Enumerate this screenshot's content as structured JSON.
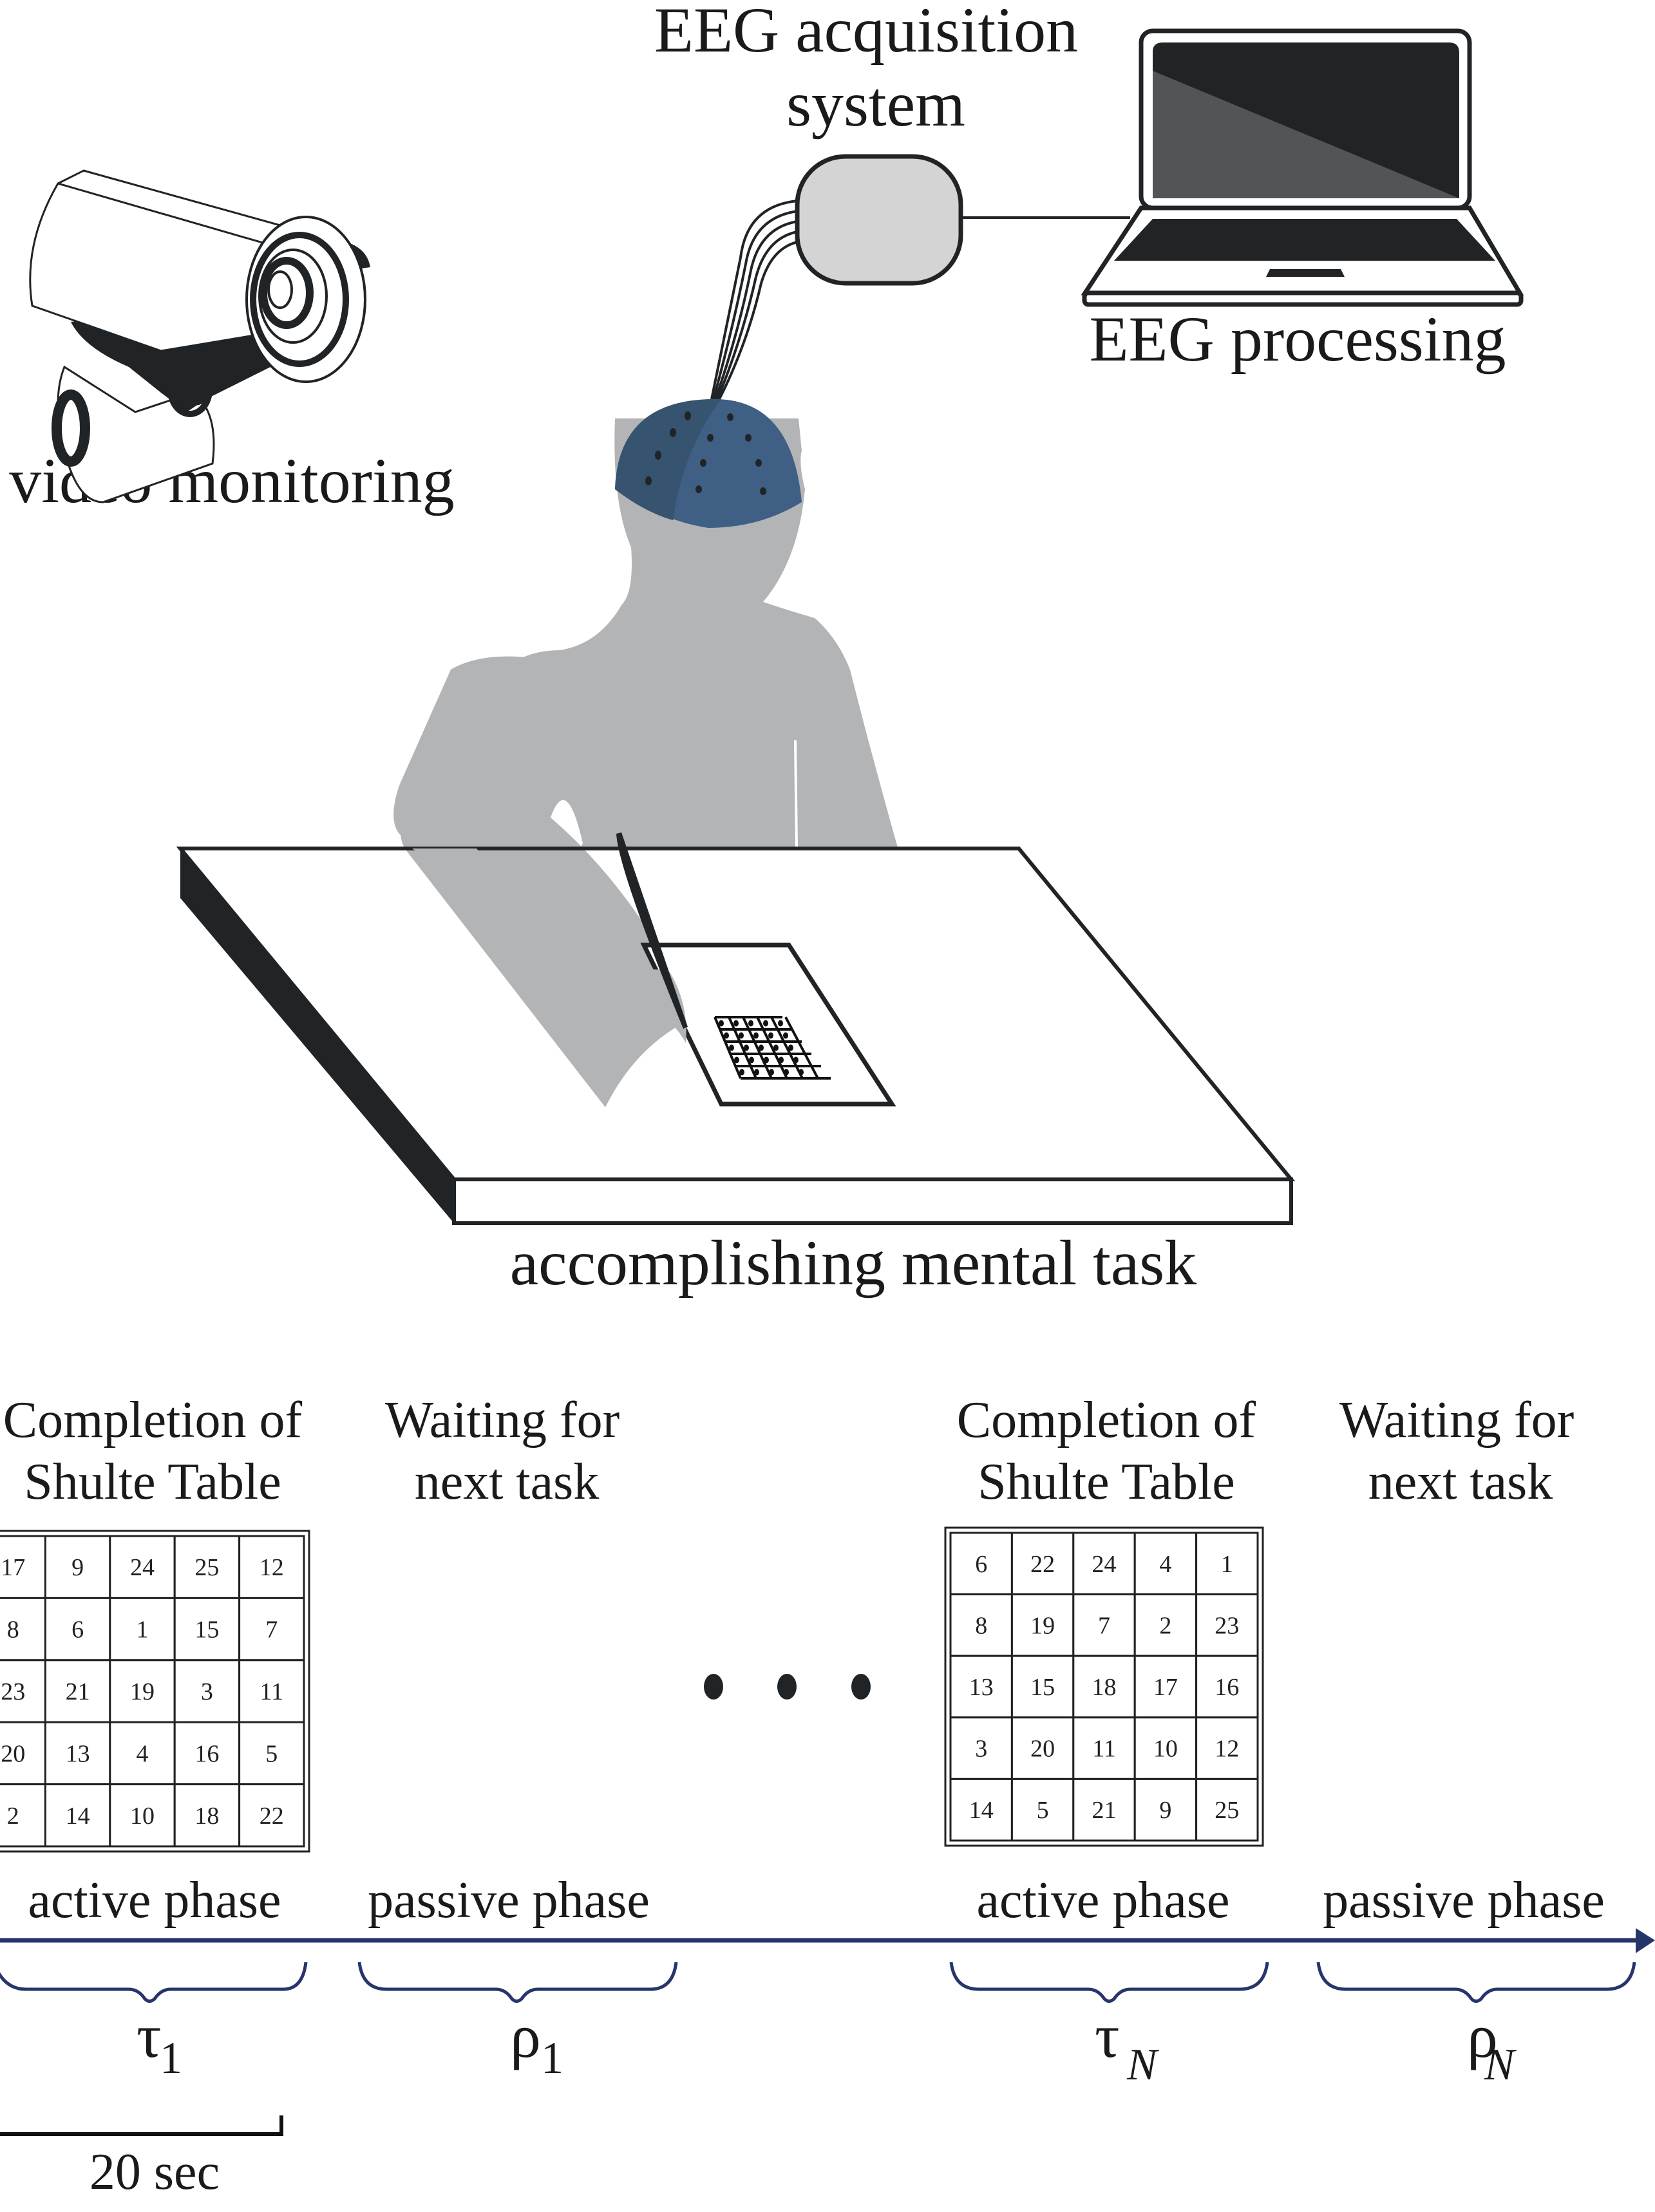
{
  "figure": {
    "labels": {
      "eeg_acquisition_line1": "EEG acquisition",
      "eeg_acquisition_line2": "system",
      "eeg_processing": "EEG processing",
      "video_monitoring": "video monitoring",
      "mental_task": "accomplishing mental task"
    },
    "icons": {
      "camera": "security-camera-icon",
      "laptop": "laptop-icon",
      "amplifier": "eeg-amplifier-box",
      "cap": "eeg-cap-with-electrodes",
      "person": "seated-person-silhouette",
      "pen": "pen-icon",
      "desk": "desk"
    },
    "colors": {
      "cap": "#3f5f84",
      "cap_shade": "#36536f",
      "person": "#b3b4b6",
      "dark": "#212427",
      "amplifier": "#d4d4d4",
      "timeline": "#27356b",
      "screen_glare": "#525557"
    }
  },
  "timeline": {
    "phases": [
      {
        "caption_line1": "Completion of",
        "caption_line2": "Shulte Table",
        "phase_label": "active phase",
        "symbol": "τ",
        "subscript": "1",
        "table": [
          [
            "17",
            "9",
            "24",
            "25",
            "12"
          ],
          [
            "8",
            "6",
            "1",
            "15",
            "7"
          ],
          [
            "23",
            "21",
            "19",
            "3",
            "11"
          ],
          [
            "20",
            "13",
            "4",
            "16",
            "5"
          ],
          [
            "2",
            "14",
            "10",
            "18",
            "22"
          ]
        ]
      },
      {
        "caption_line1": "Waiting for",
        "caption_line2": "next task",
        "phase_label": "passive phase",
        "symbol": "ρ",
        "subscript": "1"
      },
      {
        "caption_line1": "Completion of",
        "caption_line2": "Shulte Table",
        "phase_label": "active phase",
        "symbol": "τ",
        "subscript": "N",
        "table": [
          [
            "6",
            "22",
            "24",
            "4",
            "1"
          ],
          [
            "8",
            "19",
            "7",
            "2",
            "23"
          ],
          [
            "13",
            "15",
            "18",
            "17",
            "16"
          ],
          [
            "3",
            "20",
            "11",
            "10",
            "12"
          ],
          [
            "14",
            "5",
            "21",
            "9",
            "25"
          ]
        ]
      },
      {
        "caption_line1": "Waiting for",
        "caption_line2": "next task",
        "phase_label": "passive phase",
        "symbol": "ρ",
        "subscript": "N"
      }
    ],
    "ellipsis": "• • •",
    "scale_bar_label": "20 sec"
  }
}
